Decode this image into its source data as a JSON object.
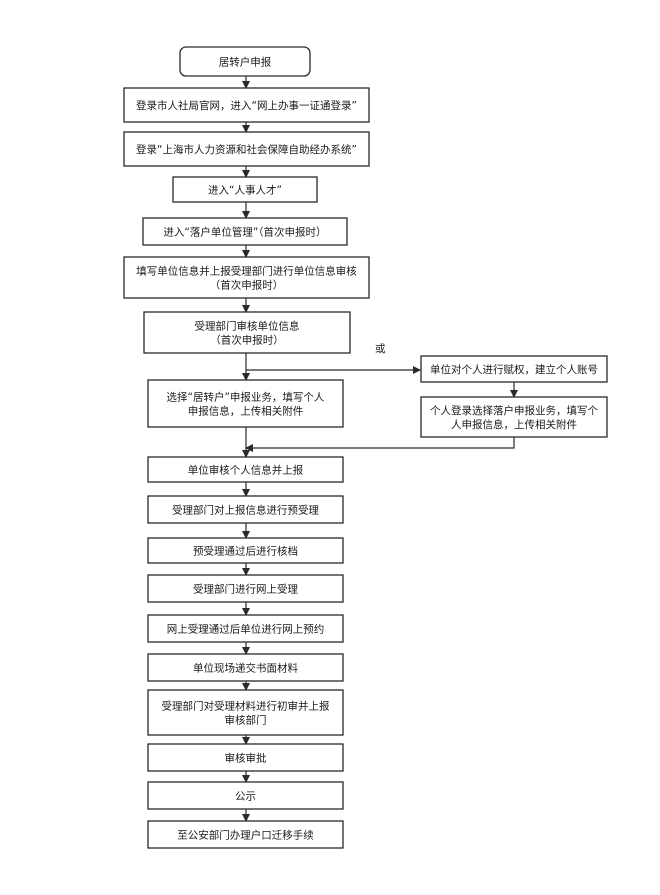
{
  "flowchart": {
    "nodes": [
      {
        "id": "start",
        "text": "居转户申报"
      },
      {
        "id": "login",
        "text": "登录市人社局官网，进入“网上办事一证通登录”"
      },
      {
        "id": "system",
        "text": "登录“上海市人力资源和社会保障自助经办系统”"
      },
      {
        "id": "talent",
        "text": "进入“人事人才”"
      },
      {
        "id": "unitmgmt",
        "text": "进入“落户单位管理”（首次申报时）"
      },
      {
        "id": "fillunit",
        "lines": [
          "填写单位信息并上报受理部门进行单位信息审核",
          "（首次申报时）"
        ]
      },
      {
        "id": "reviewunit",
        "lines": [
          "受理部门审核单位信息",
          "（首次申报时）"
        ]
      },
      {
        "id": "select",
        "lines": [
          "选择“居转户”申报业务，填写个人",
          "申报信息，上传相关附件"
        ]
      },
      {
        "id": "authorize",
        "text": "单位对个人进行赋权，建立个人账号"
      },
      {
        "id": "personal",
        "lines": [
          "个人登录选择落户申报业务，填写个",
          "人申报信息，上传相关附件"
        ]
      },
      {
        "id": "unitreview",
        "text": "单位审核个人信息并上报"
      },
      {
        "id": "preaccept",
        "text": "受理部门对上报信息进行预受理"
      },
      {
        "id": "archive",
        "text": "预受理通过后进行核档"
      },
      {
        "id": "online",
        "text": "受理部门进行网上受理"
      },
      {
        "id": "appoint",
        "text": "网上受理通过后单位进行网上预约"
      },
      {
        "id": "submit",
        "text": "单位现场递交书面材料"
      },
      {
        "id": "initial",
        "lines": [
          "受理部门对受理材料进行初审并上报",
          "审核部门"
        ]
      },
      {
        "id": "approve",
        "text": "审核审批"
      },
      {
        "id": "publicity",
        "text": "公示"
      },
      {
        "id": "police",
        "text": "至公安部门办理户口迁移手续"
      }
    ],
    "branch_label": "或"
  }
}
